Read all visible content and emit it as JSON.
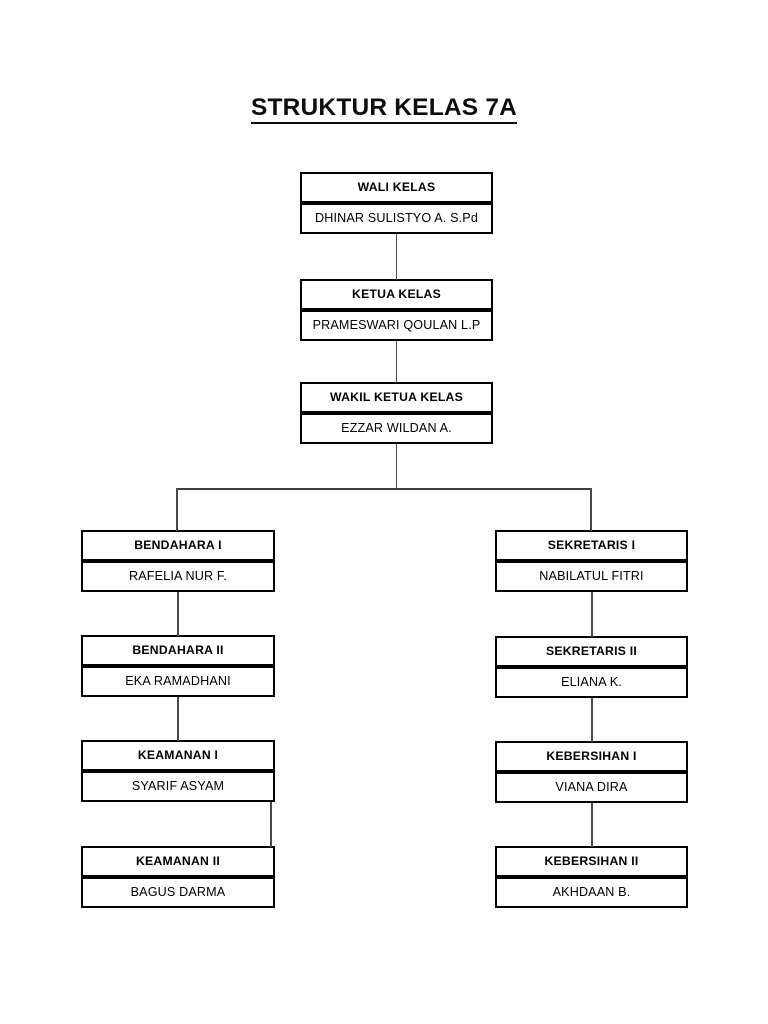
{
  "document": {
    "title": "STRUKTUR KELAS 7A"
  },
  "chart_data": {
    "type": "diagram",
    "diagram_kind": "organizational-chart",
    "title": "STRUKTUR KELAS 7A",
    "orientation": "top-down",
    "nodes": [
      {
        "id": "wali-kelas",
        "role": "WALI KELAS",
        "name": "DHINAR SULISTYO A. S.Pd",
        "level": 0,
        "column": "center"
      },
      {
        "id": "ketua-kelas",
        "role": "KETUA KELAS",
        "name": "PRAMESWARI QOULAN L.P",
        "level": 1,
        "column": "center"
      },
      {
        "id": "wakil-ketua-kelas",
        "role": "WAKIL KETUA KELAS",
        "name": "EZZAR WILDAN A.",
        "level": 2,
        "column": "center"
      },
      {
        "id": "bendahara-1",
        "role": "BENDAHARA I",
        "name": "RAFELIA NUR F.",
        "level": 3,
        "column": "left"
      },
      {
        "id": "bendahara-2",
        "role": "BENDAHARA II",
        "name": "EKA RAMADHANI",
        "level": 4,
        "column": "left"
      },
      {
        "id": "keamanan-1",
        "role": "KEAMANAN I",
        "name": "SYARIF ASYAM",
        "level": 5,
        "column": "left"
      },
      {
        "id": "keamanan-2",
        "role": "KEAMANAN II",
        "name": "BAGUS DARMA",
        "level": 6,
        "column": "left"
      },
      {
        "id": "sekretaris-1",
        "role": "SEKRETARIS I",
        "name": "NABILATUL FITRI",
        "level": 3,
        "column": "right"
      },
      {
        "id": "sekretaris-2",
        "role": "SEKRETARIS II",
        "name": "ELIANA K.",
        "level": 4,
        "column": "right"
      },
      {
        "id": "kebersihan-1",
        "role": "KEBERSIHAN I",
        "name": "VIANA DIRA",
        "level": 5,
        "column": "right"
      },
      {
        "id": "kebersihan-2",
        "role": "KEBERSIHAN II",
        "name": "AKHDAAN B.",
        "level": 6,
        "column": "right"
      }
    ],
    "edges": [
      {
        "from": "wali-kelas",
        "to": "ketua-kelas",
        "style": "straight"
      },
      {
        "from": "ketua-kelas",
        "to": "wakil-ketua-kelas",
        "style": "straight"
      },
      {
        "from": "wakil-ketua-kelas",
        "to": "bendahara-1",
        "style": "elbow"
      },
      {
        "from": "wakil-ketua-kelas",
        "to": "sekretaris-1",
        "style": "elbow"
      },
      {
        "from": "bendahara-1",
        "to": "bendahara-2",
        "style": "straight"
      },
      {
        "from": "bendahara-2",
        "to": "keamanan-1",
        "style": "straight"
      },
      {
        "from": "keamanan-1",
        "to": "keamanan-2",
        "style": "straight"
      },
      {
        "from": "sekretaris-1",
        "to": "sekretaris-2",
        "style": "straight"
      },
      {
        "from": "sekretaris-2",
        "to": "kebersihan-1",
        "style": "straight"
      },
      {
        "from": "kebersihan-1",
        "to": "kebersihan-2",
        "style": "straight"
      }
    ],
    "colors": {
      "box_border": "#000000",
      "box_fill": "#ffffff",
      "connector": "#3d3d3d",
      "text": "#000000",
      "page_background": "#ffffff"
    }
  }
}
